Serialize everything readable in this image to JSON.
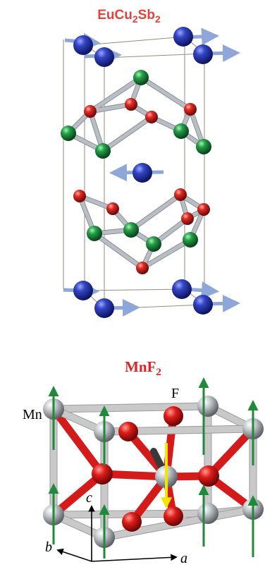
{
  "top_panel": {
    "title_main": "EuCu",
    "title_sub1": "2",
    "title_mid": "Sb",
    "title_sub2": "2"
  },
  "bottom_panel": {
    "title_main": "MnF",
    "title_sub": "2",
    "label_mn": "Mn",
    "label_f": "F",
    "axis_a": "a",
    "axis_b": "b",
    "axis_c": "c"
  },
  "colors": {
    "eu_atom": "#1f2f9e",
    "cu_atom": "#1e8a3a",
    "sb_atom": "#d42020",
    "mn_atom": "#b8bcc0",
    "f_atom": "#d51a1a",
    "moment_arrow_eu": "#8fa6d8",
    "moment_arrow_mn": "#1f8a3a",
    "moment_arrow_yellow": "#f2e600"
  }
}
